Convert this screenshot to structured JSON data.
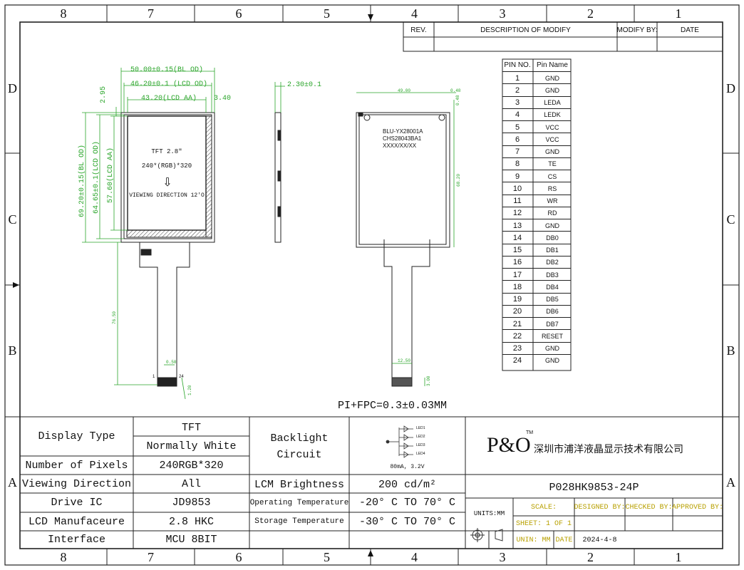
{
  "border": {
    "columns": [
      "8",
      "7",
      "6",
      "5",
      "4",
      "3",
      "2",
      "1"
    ],
    "rows": [
      "D",
      "C",
      "B",
      "A"
    ]
  },
  "revision_table": {
    "headers": [
      "REV.",
      "DESCRIPTION OF MODIFY",
      "MODIFY BY:",
      "DATE"
    ]
  },
  "pin_table": {
    "headers": [
      "PIN NO.",
      "Pin Name"
    ],
    "rows": [
      [
        "1",
        "GND"
      ],
      [
        "2",
        "GND"
      ],
      [
        "3",
        "LEDA"
      ],
      [
        "4",
        "LEDK"
      ],
      [
        "5",
        "VCC"
      ],
      [
        "6",
        "VCC"
      ],
      [
        "7",
        "GND"
      ],
      [
        "8",
        "TE"
      ],
      [
        "9",
        "CS"
      ],
      [
        "10",
        "RS"
      ],
      [
        "11",
        "WR"
      ],
      [
        "12",
        "RD"
      ],
      [
        "13",
        "GND"
      ],
      [
        "14",
        "DB0"
      ],
      [
        "15",
        "DB1"
      ],
      [
        "16",
        "DB2"
      ],
      [
        "17",
        "DB3"
      ],
      [
        "18",
        "DB4"
      ],
      [
        "19",
        "DB5"
      ],
      [
        "20",
        "DB6"
      ],
      [
        "21",
        "DB7"
      ],
      [
        "22",
        "RESET"
      ],
      [
        "23",
        "GND"
      ],
      [
        "24",
        "GND"
      ]
    ]
  },
  "front_view": {
    "dim_bl_od_w": "50.00±0.15(BL OD)",
    "dim_lcd_od_w": "46.20±0.1 (LCD OD)",
    "dim_lcd_aa_w": "43.20(LCD AA)",
    "dim_right": "3.40",
    "dim_top": "2.95",
    "dim_bl_od_h": "69.20±0.15(BL OD)",
    "dim_lcd_od_h": "64.65±0.1(LCD OD)",
    "dim_lcd_aa_h": "57.60(LCD AA)",
    "dim_fpc_len": "76.50",
    "dim_pitch": "0.50",
    "dim_end": "1.20",
    "pin_1": "1",
    "pin_24": "24",
    "screen_line1": "TFT 2.8\"",
    "screen_line2": "240*(RGB)*320",
    "screen_line3": "VIEWING DIRECTION 12'O"
  },
  "side_view": {
    "dim_thickness": "2.30±0.1"
  },
  "back_view": {
    "dim_top": "49.00",
    "dim_tr": "0.48",
    "dim_tr2": "0.48",
    "dim_height": "68.20",
    "dim_fpc": "12.50",
    "dim_fpc_end": "3.00",
    "label_line1": "BLU-YX28001A",
    "label_line2": "CHS28043BA1",
    "label_line3": "XXXX/XX/XX"
  },
  "fpc_note": "PI+FPC=0.3±0.03MM",
  "spec": {
    "display_type_label": "Display Type",
    "display_type_1": "TFT",
    "display_type_2": "Normally White",
    "pixels_label": "Number of Pixels",
    "pixels_value": "240RGB*320",
    "viewing_label": "Viewing Direction",
    "viewing_value": "All",
    "drive_label": "Drive IC",
    "drive_value": "JD9853",
    "lcd_label": "LCD Manufaceure",
    "lcd_value": "2.8 HKC",
    "interface_label": "Interface",
    "interface_value": "MCU 8BIT",
    "backlight_label_1": "Backlight",
    "backlight_label_2": "Circuit",
    "backlight_note": "80mA, 3.2V",
    "led_labels": [
      "LED1",
      "LED2",
      "LED3",
      "LED4"
    ],
    "brightness_label": "LCM Brightness",
    "brightness_value": "200 cd/m²",
    "op_temp_label": "Operating Temperature",
    "op_temp_value": "-20° C TO 70° C",
    "st_temp_label": "Storage Temperature",
    "st_temp_value": "-30° C TO 70° C"
  },
  "company": {
    "logo": "P&O",
    "tm": "TM",
    "name": "深圳市浦洋液晶显示技术有限公司",
    "part_number": "P028HK9853-24P",
    "units": "UNITS:MM",
    "scale": "SCALE:",
    "designed_by": "DESIGNED BY:",
    "checked_by": "CHECKED BY:",
    "approved_by": "APPROVED BY:",
    "sheet": "SHEET: 1 OF 1",
    "unin": "UNIN: MM",
    "date_label": "DATE",
    "date_value": "2024-4-8"
  }
}
